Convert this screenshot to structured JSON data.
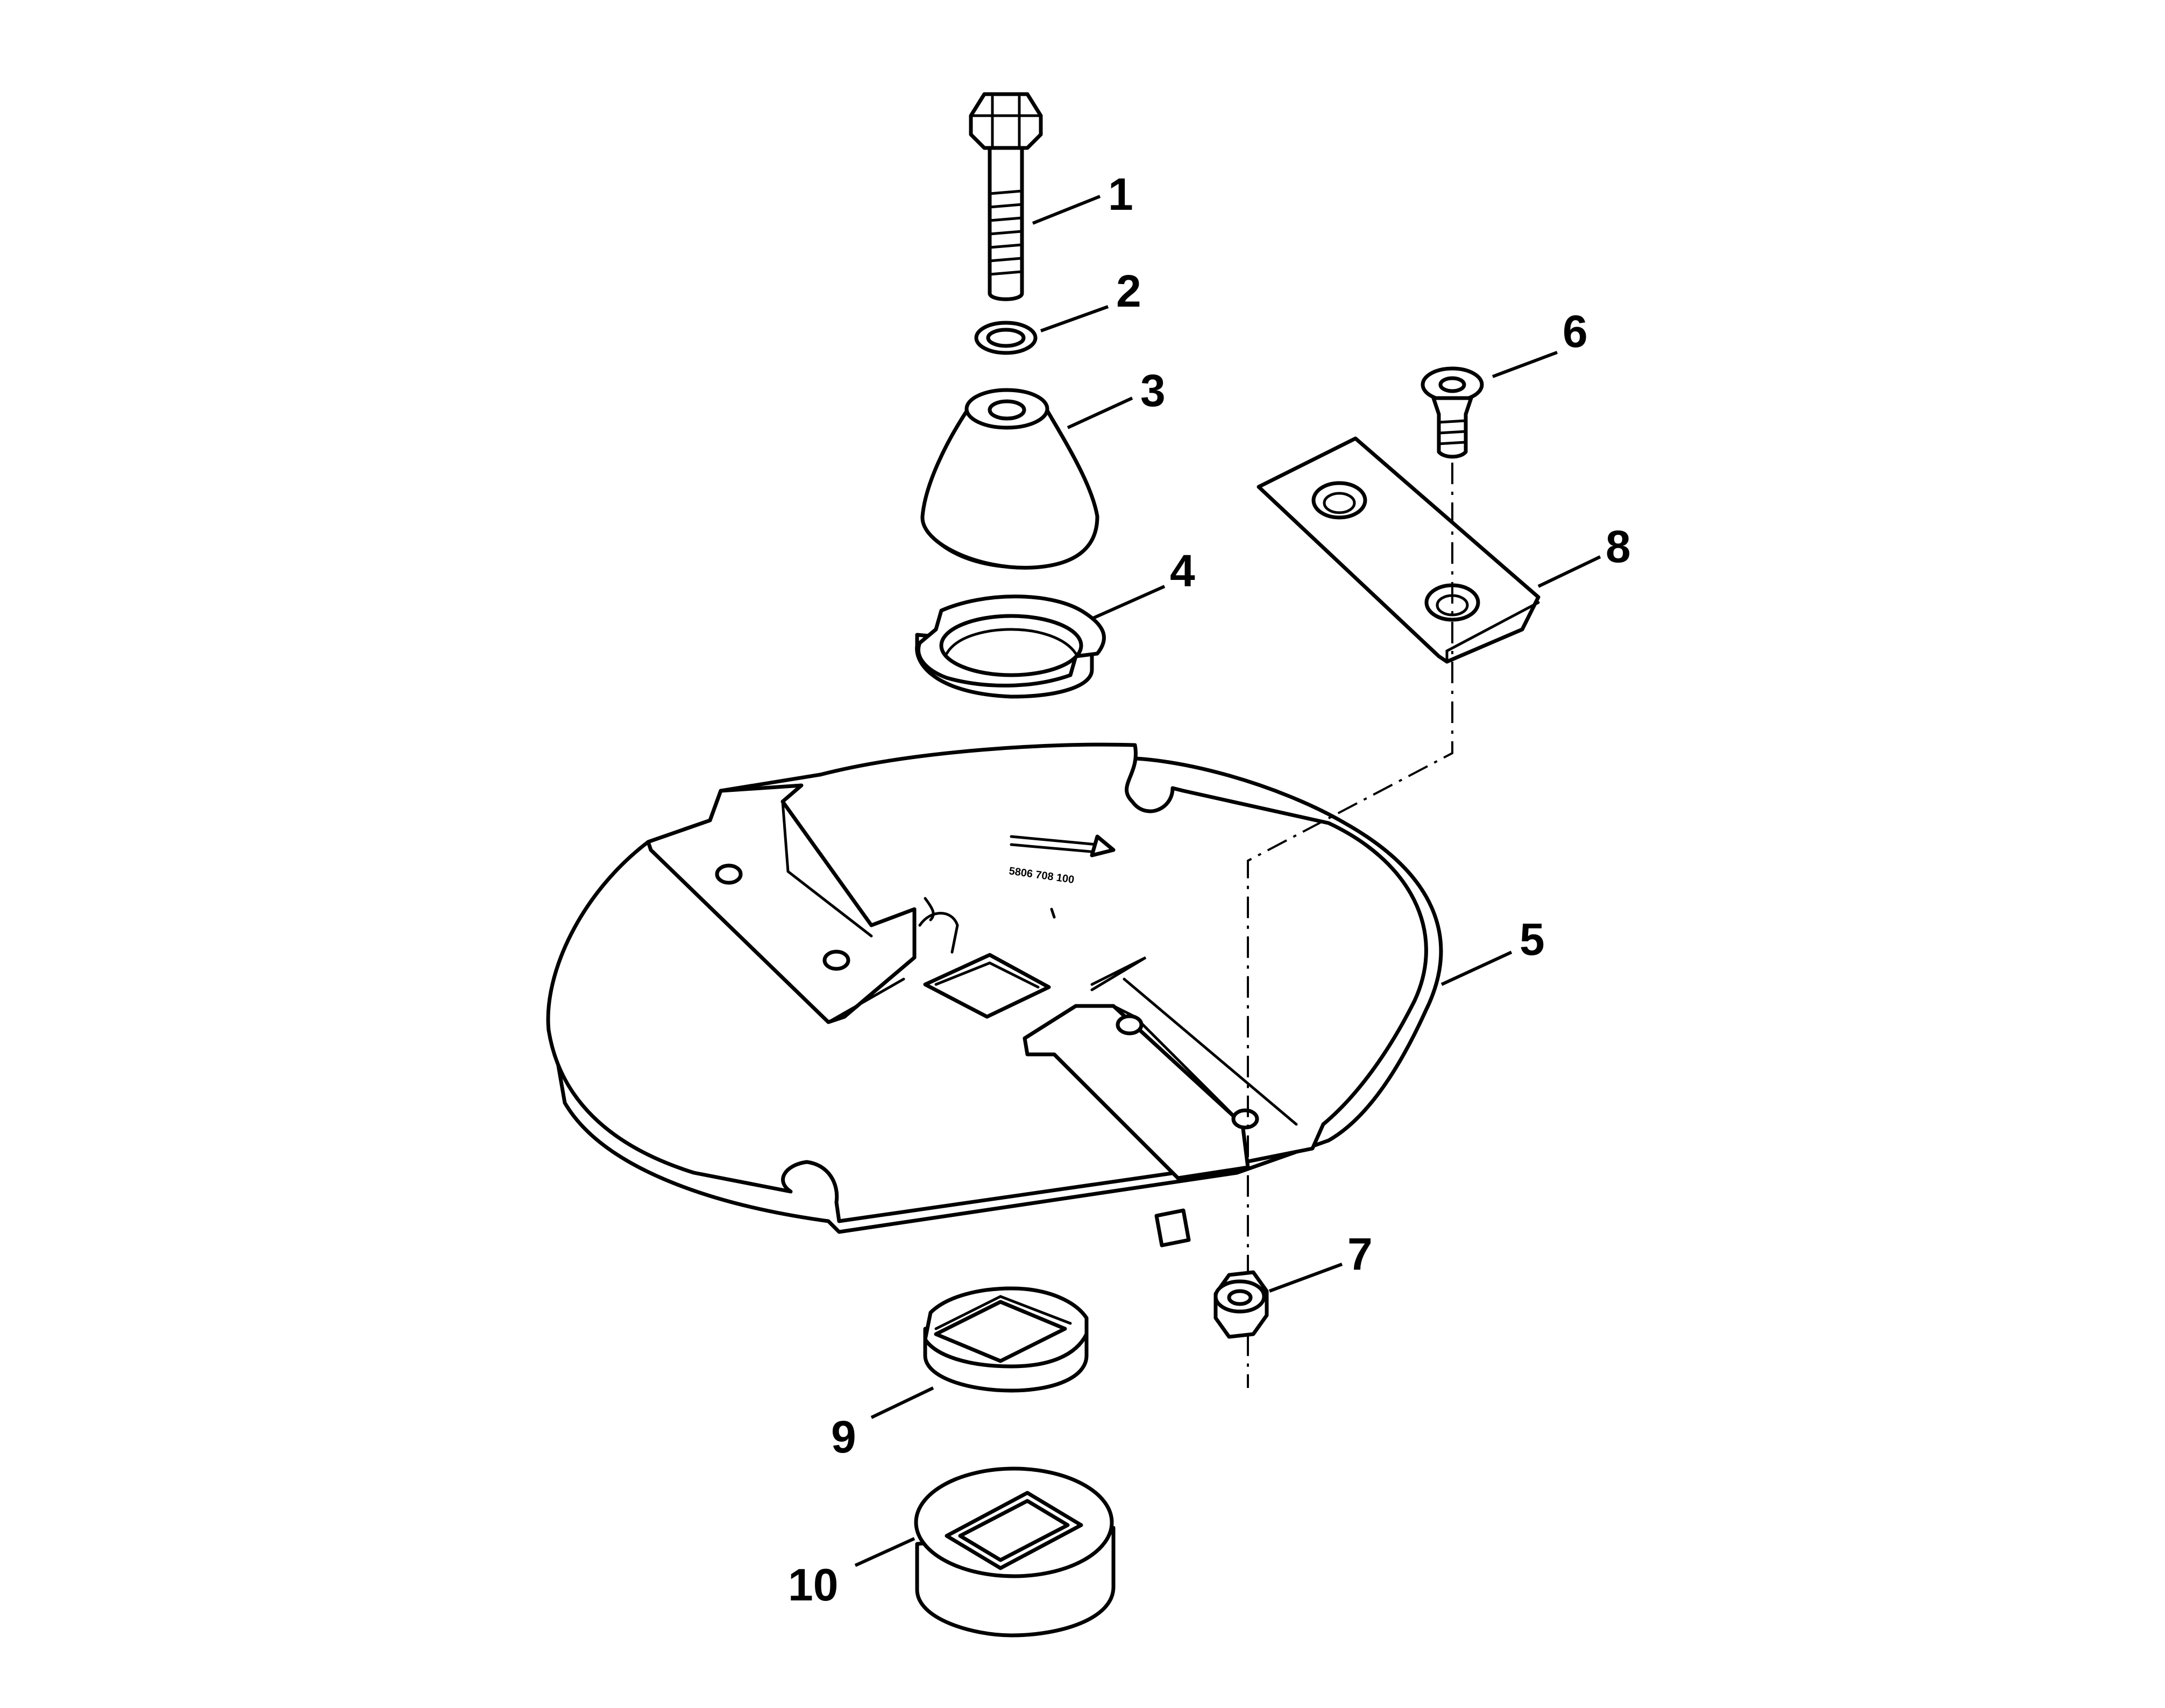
{
  "diagram": {
    "callouts": [
      {
        "id": "1",
        "label": "1",
        "part": "hex-bolt"
      },
      {
        "id": "2",
        "label": "2",
        "part": "lock-washer"
      },
      {
        "id": "3",
        "label": "3",
        "part": "cone-hub"
      },
      {
        "id": "4",
        "label": "4",
        "part": "stepped-washer"
      },
      {
        "id": "5",
        "label": "5",
        "part": "blade-disc"
      },
      {
        "id": "6",
        "label": "6",
        "part": "countersunk-screw"
      },
      {
        "id": "7",
        "label": "7",
        "part": "hex-nut"
      },
      {
        "id": "8",
        "label": "8",
        "part": "knife-blade"
      },
      {
        "id": "9",
        "label": "9",
        "part": "square-adapter"
      },
      {
        "id": "10",
        "label": "10",
        "part": "drive-hub"
      }
    ],
    "disc_marking": "5806 708 100",
    "colors": {
      "line": "#000000",
      "background": "#ffffff"
    }
  }
}
